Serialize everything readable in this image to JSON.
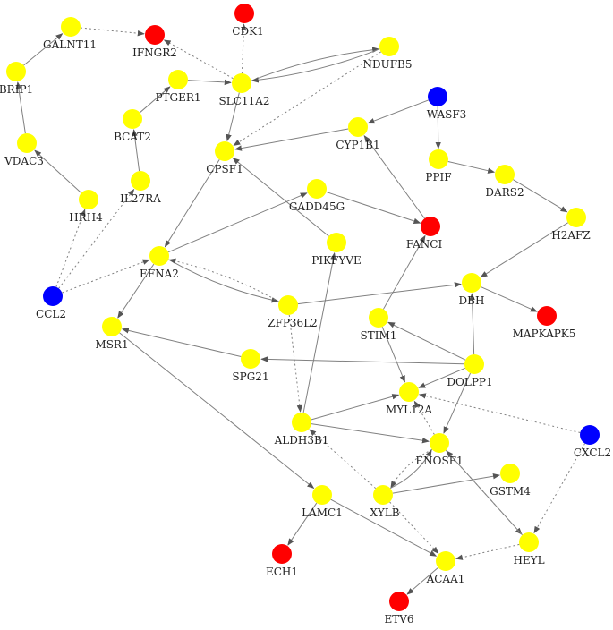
{
  "colors": {
    "yellow": "#ffff00",
    "red": "#ff0000",
    "blue": "#0000ff",
    "edge": "#808080"
  },
  "nodes": [
    {
      "id": "GALNT11",
      "label": "GALNT11",
      "color": "yellow"
    },
    {
      "id": "IFNGR2",
      "label": "IFNGR2",
      "color": "red"
    },
    {
      "id": "CDK1",
      "label": "CDK1",
      "color": "red"
    },
    {
      "id": "NDUFB5",
      "label": "NDUFB5",
      "color": "yellow"
    },
    {
      "id": "BRIP1",
      "label": "BRIP1",
      "color": "yellow"
    },
    {
      "id": "PTGER1",
      "label": "PTGER1",
      "color": "yellow"
    },
    {
      "id": "SLC11A2",
      "label": "SLC11A2",
      "color": "yellow"
    },
    {
      "id": "WASF3",
      "label": "WASF3",
      "color": "blue"
    },
    {
      "id": "BCAT2",
      "label": "BCAT2",
      "color": "yellow"
    },
    {
      "id": "CYP1B1",
      "label": "CYP1B1",
      "color": "yellow"
    },
    {
      "id": "VDAC3",
      "label": "VDAC3",
      "color": "yellow"
    },
    {
      "id": "CPSF1",
      "label": "CPSF1",
      "color": "yellow"
    },
    {
      "id": "PPIF",
      "label": "PPIF",
      "color": "yellow"
    },
    {
      "id": "DARS2",
      "label": "DARS2",
      "color": "yellow"
    },
    {
      "id": "IL27RA",
      "label": "IL27RA",
      "color": "yellow"
    },
    {
      "id": "HRH4",
      "label": "HRH4",
      "color": "yellow"
    },
    {
      "id": "GADD45G",
      "label": "GADD45G",
      "color": "yellow"
    },
    {
      "id": "H2AFZ",
      "label": "H2AFZ",
      "color": "yellow"
    },
    {
      "id": "FANCI",
      "label": "FANCI",
      "color": "red"
    },
    {
      "id": "PIKFYVE",
      "label": "PIKFYVE",
      "color": "yellow"
    },
    {
      "id": "EFNA2",
      "label": "EFNA2",
      "color": "yellow"
    },
    {
      "id": "CCL2",
      "label": "CCL2",
      "color": "blue"
    },
    {
      "id": "DBH",
      "label": "DBH",
      "color": "yellow"
    },
    {
      "id": "ZFP36L2",
      "label": "ZFP36L2",
      "color": "yellow"
    },
    {
      "id": "MAPKAPK5",
      "label": "MAPKAPK5",
      "color": "red"
    },
    {
      "id": "STIM1",
      "label": "STIM1",
      "color": "yellow"
    },
    {
      "id": "MSR1",
      "label": "MSR1",
      "color": "yellow"
    },
    {
      "id": "SPG21",
      "label": "SPG21",
      "color": "yellow"
    },
    {
      "id": "DOLPP1",
      "label": "DOLPP1",
      "color": "yellow"
    },
    {
      "id": "MYL12A",
      "label": "MYL12A",
      "color": "yellow"
    },
    {
      "id": "ALDH3B1",
      "label": "ALDH3B1",
      "color": "yellow"
    },
    {
      "id": "CXCL2",
      "label": "CXCL2",
      "color": "blue"
    },
    {
      "id": "ENOSF1",
      "label": "ENOSF1",
      "color": "yellow"
    },
    {
      "id": "GSTM4",
      "label": "GSTM4",
      "color": "yellow"
    },
    {
      "id": "LAMC1",
      "label": "LAMC1",
      "color": "yellow"
    },
    {
      "id": "XYLB",
      "label": "XYLB",
      "color": "yellow"
    },
    {
      "id": "HEYL",
      "label": "HEYL",
      "color": "yellow"
    },
    {
      "id": "ECH1",
      "label": "ECH1",
      "color": "red"
    },
    {
      "id": "ACAA1",
      "label": "ACAA1",
      "color": "yellow"
    },
    {
      "id": "ETV6",
      "label": "ETV6",
      "color": "red"
    }
  ],
  "edges": [
    {
      "from": "GALNT11",
      "to": "IFNGR2",
      "style": "dotted"
    },
    {
      "from": "BRIP1",
      "to": "GALNT11",
      "style": "solid"
    },
    {
      "from": "VDAC3",
      "to": "BRIP1",
      "style": "solid"
    },
    {
      "from": "HRH4",
      "to": "VDAC3",
      "style": "solid"
    },
    {
      "from": "CCL2",
      "to": "HRH4",
      "style": "dotted"
    },
    {
      "from": "CCL2",
      "to": "IL27RA",
      "style": "dotted"
    },
    {
      "from": "CCL2",
      "to": "EFNA2",
      "style": "dotted"
    },
    {
      "from": "IL27RA",
      "to": "BCAT2",
      "style": "solid"
    },
    {
      "from": "BCAT2",
      "to": "PTGER1",
      "style": "solid"
    },
    {
      "from": "PTGER1",
      "to": "SLC11A2",
      "style": "solid"
    },
    {
      "from": "SLC11A2",
      "to": "CDK1",
      "style": "dotted"
    },
    {
      "from": "SLC11A2",
      "to": "IFNGR2",
      "style": "dotted"
    },
    {
      "from": "SLC11A2",
      "to": "NDUFB5",
      "style": "solid",
      "curve": -1
    },
    {
      "from": "NDUFB5",
      "to": "SLC11A2",
      "style": "solid",
      "curve": -1
    },
    {
      "from": "NDUFB5",
      "to": "CPSF1",
      "style": "dotted"
    },
    {
      "from": "SLC11A2",
      "to": "CPSF1",
      "style": "solid"
    },
    {
      "from": "CPSF1",
      "to": "EFNA2",
      "style": "solid"
    },
    {
      "from": "PIKFYVE",
      "to": "CPSF1",
      "style": "solid"
    },
    {
      "from": "WASF3",
      "to": "CYP1B1",
      "style": "solid"
    },
    {
      "from": "WASF3",
      "to": "PPIF",
      "style": "solid"
    },
    {
      "from": "CYP1B1",
      "to": "CPSF1",
      "style": "solid"
    },
    {
      "from": "FANCI",
      "to": "CYP1B1",
      "style": "solid"
    },
    {
      "from": "PPIF",
      "to": "DARS2",
      "style": "solid"
    },
    {
      "from": "DARS2",
      "to": "H2AFZ",
      "style": "solid"
    },
    {
      "from": "H2AFZ",
      "to": "DBH",
      "style": "solid"
    },
    {
      "from": "GADD45G",
      "to": "FANCI",
      "style": "solid"
    },
    {
      "from": "EFNA2",
      "to": "GADD45G",
      "style": "solid"
    },
    {
      "from": "EFNA2",
      "to": "MSR1",
      "style": "solid"
    },
    {
      "from": "EFNA2",
      "to": "ZFP36L2",
      "style": "solid",
      "curve": 1
    },
    {
      "from": "ZFP36L2",
      "to": "EFNA2",
      "style": "dotted",
      "curve": 1
    },
    {
      "from": "ZFP36L2",
      "to": "DBH",
      "style": "solid"
    },
    {
      "from": "ZFP36L2",
      "to": "ALDH3B1",
      "style": "dotted"
    },
    {
      "from": "DBH",
      "to": "MAPKAPK5",
      "style": "solid"
    },
    {
      "from": "DOLPP1",
      "to": "DBH",
      "style": "solid"
    },
    {
      "from": "DOLPP1",
      "to": "STIM1",
      "style": "solid"
    },
    {
      "from": "DOLPP1",
      "to": "SPG21",
      "style": "solid"
    },
    {
      "from": "DOLPP1",
      "to": "MYL12A",
      "style": "solid"
    },
    {
      "from": "DOLPP1",
      "to": "ENOSF1",
      "style": "solid"
    },
    {
      "from": "SPG21",
      "to": "MSR1",
      "style": "solid"
    },
    {
      "from": "STIM1",
      "to": "FANCI",
      "style": "solid"
    },
    {
      "from": "STIM1",
      "to": "MYL12A",
      "style": "solid"
    },
    {
      "from": "ALDH3B1",
      "to": "PIKFYVE",
      "style": "solid"
    },
    {
      "from": "ALDH3B1",
      "to": "MYL12A",
      "style": "solid"
    },
    {
      "from": "ALDH3B1",
      "to": "ENOSF1",
      "style": "solid"
    },
    {
      "from": "CXCL2",
      "to": "MYL12A",
      "style": "dotted"
    },
    {
      "from": "CXCL2",
      "to": "HEYL",
      "style": "dotted"
    },
    {
      "from": "ENOSF1",
      "to": "MYL12A",
      "style": "dotted"
    },
    {
      "from": "ENOSF1",
      "to": "HEYL",
      "style": "dotted"
    },
    {
      "from": "ENOSF1",
      "to": "XYLB",
      "style": "dotted",
      "curve": 1
    },
    {
      "from": "XYLB",
      "to": "ENOSF1",
      "style": "solid",
      "curve": 1
    },
    {
      "from": "XYLB",
      "to": "ALDH3B1",
      "style": "dotted"
    },
    {
      "from": "XYLB",
      "to": "GSTM4",
      "style": "solid"
    },
    {
      "from": "XYLB",
      "to": "ACAA1",
      "style": "dotted"
    },
    {
      "from": "HEYL",
      "to": "ENOSF1",
      "style": "solid"
    },
    {
      "from": "HEYL",
      "to": "ACAA1",
      "style": "dotted"
    },
    {
      "from": "MSR1",
      "to": "LAMC1",
      "style": "solid"
    },
    {
      "from": "LAMC1",
      "to": "ECH1",
      "style": "solid"
    },
    {
      "from": "LAMC1",
      "to": "ACAA1",
      "style": "solid"
    },
    {
      "from": "ACAA1",
      "to": "ETV6",
      "style": "solid"
    }
  ]
}
